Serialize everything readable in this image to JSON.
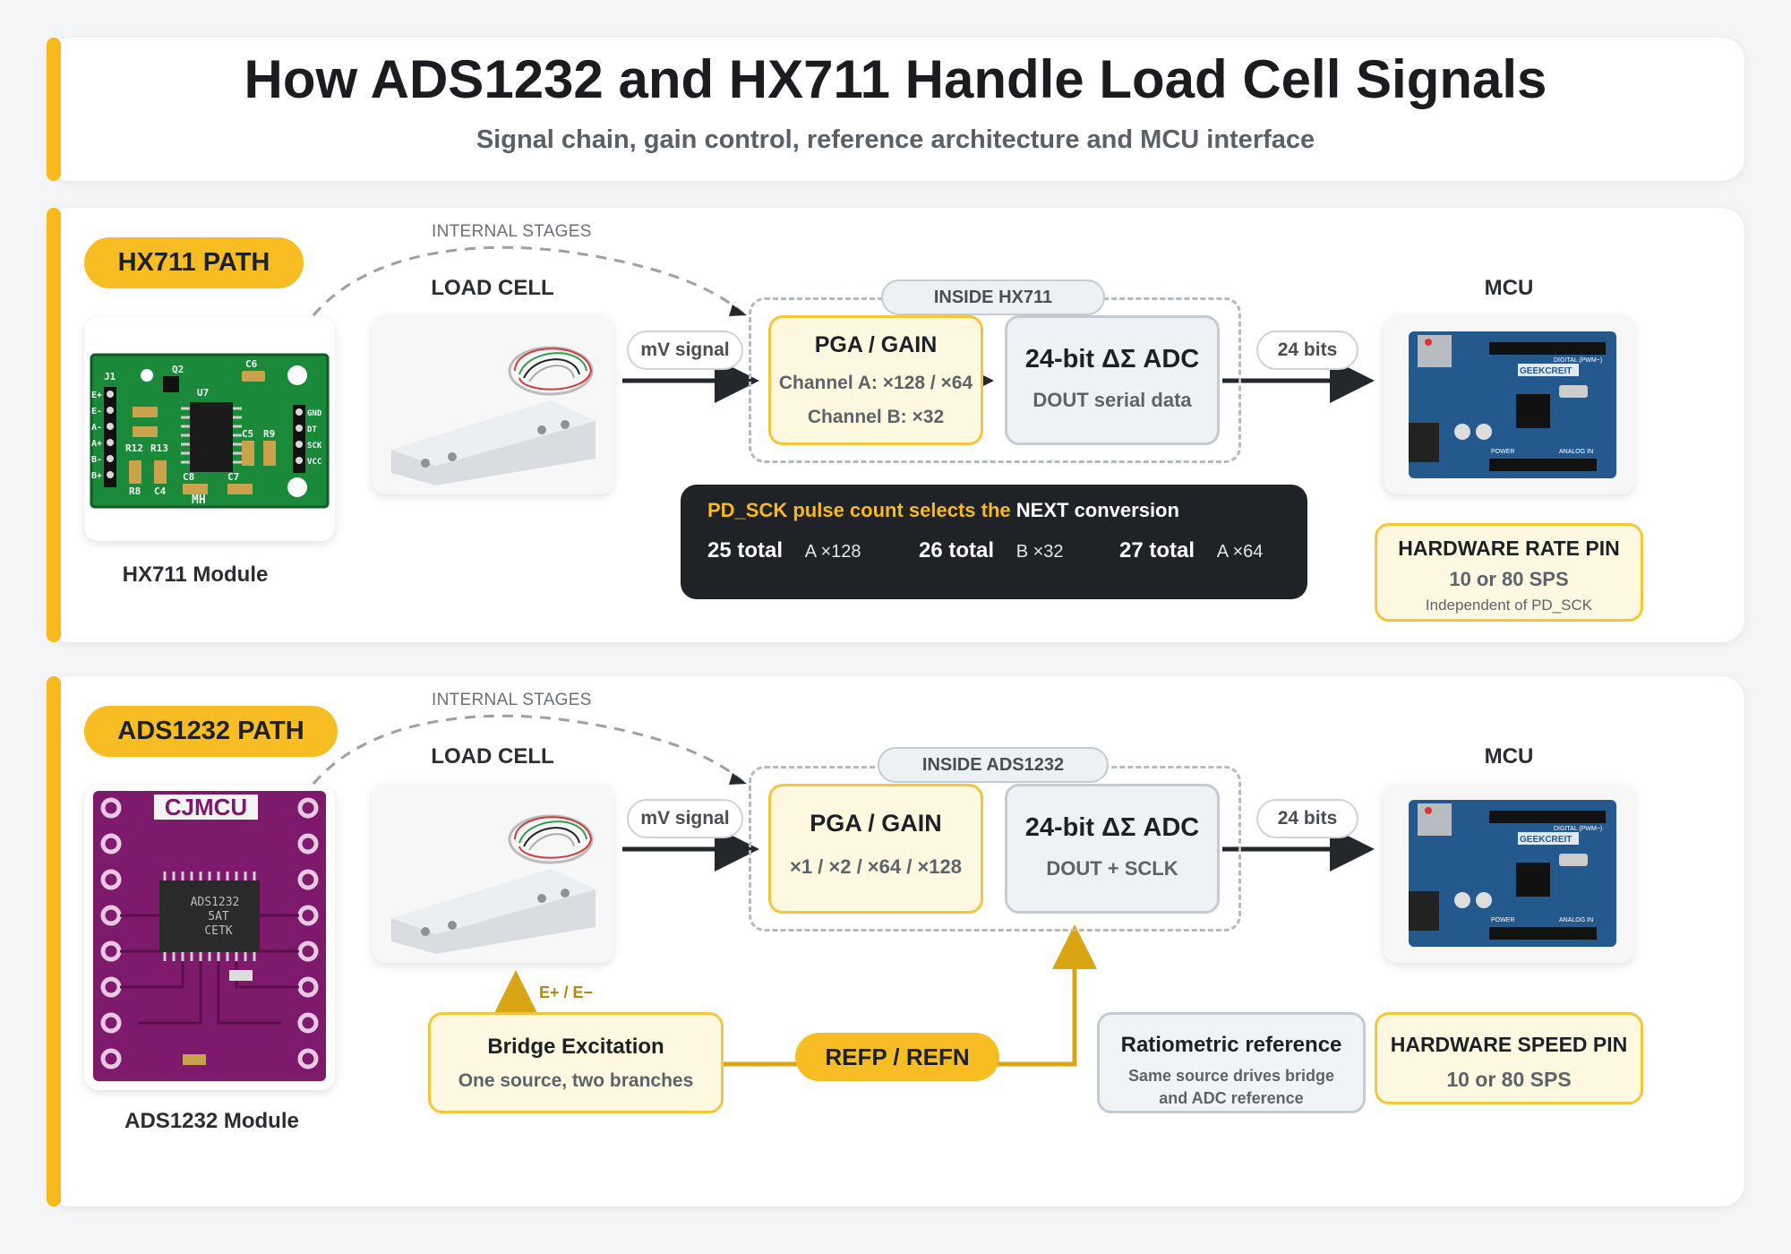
{
  "header": {
    "title": "How ADS1232 and HX711 Handle Load Cell Signals",
    "subtitle": "Signal chain, gain control, reference architecture and MCU interface"
  },
  "hx711": {
    "path_label": "HX711 PATH",
    "internal_stages": "INTERNAL STAGES",
    "module_label": "HX711 Module",
    "load_cell_label": "LOAD CELL",
    "mv_signal": "mV signal",
    "inside_label": "INSIDE HX711",
    "pga_title": "PGA / GAIN",
    "pga_line1": "Channel A: ×128 / ×64",
    "pga_line2": "Channel B: ×32",
    "adc_title": "24-bit ΔΣ ADC",
    "adc_sub": "DOUT serial data",
    "bits": "24 bits",
    "mcu_label": "MCU",
    "pulse_title_a": "PD_SCK pulse count selects the",
    "pulse_title_b": "NEXT conversion",
    "pulses": [
      {
        "count": "25 total",
        "gain": "A ×128"
      },
      {
        "count": "26 total",
        "gain": "B ×32"
      },
      {
        "count": "27 total",
        "gain": "A ×64"
      }
    ],
    "rate_title": "HARDWARE RATE PIN",
    "rate_value": "10 or 80 SPS",
    "rate_note": "Independent of PD_SCK",
    "board_silk": {
      "j1": "J1",
      "q2": "Q2",
      "u7": "U7",
      "c6": "C6",
      "r12": "R12",
      "r13": "R13",
      "c5": "C5",
      "r9": "R9",
      "c8": "C8",
      "c7": "C7",
      "r8": "R8",
      "c4": "C4",
      "mh": "MH",
      "left_pins": [
        "E+",
        "E-",
        "A-",
        "A+",
        "B-",
        "B+"
      ],
      "right_pins": [
        "GND",
        "DT",
        "SCK",
        "VCC"
      ]
    }
  },
  "ads1232": {
    "path_label": "ADS1232 PATH",
    "internal_stages": "INTERNAL STAGES",
    "module_label": "ADS1232 Module",
    "load_cell_label": "LOAD CELL",
    "mv_signal": "mV signal",
    "inside_label": "INSIDE ADS1232",
    "pga_title": "PGA / GAIN",
    "pga_line1": "×1 / ×2 / ×64 / ×128",
    "adc_title": "24-bit ΔΣ ADC",
    "adc_sub": "DOUT + SCLK",
    "bits": "24 bits",
    "mcu_label": "MCU",
    "excitation_tag": "E+ / E−",
    "excitation_title": "Bridge Excitation",
    "excitation_sub": "One source, two branches",
    "ref_pill": "REFP / REFN",
    "ratio_title": "Ratiometric reference",
    "ratio_sub1": "Same source drives bridge",
    "ratio_sub2": "and ADC reference",
    "speed_title": "HARDWARE SPEED PIN",
    "speed_value": "10 or 80 SPS",
    "board_brand": "CJMCU",
    "chip_text": [
      "ADS1232",
      "5AT",
      "CETK"
    ]
  },
  "arduino": {
    "brand": "GEEKCREIT",
    "digital": "DIGITAL (PWM~)",
    "power": "POWER",
    "analog": "ANALOG IN"
  },
  "colors": {
    "accent": "#f7b91c",
    "dark": "#1f2226",
    "pcb_green": "#1a8a3a",
    "pcb_purple": "#7d1a6b",
    "arduino_blue": "#24598e"
  }
}
